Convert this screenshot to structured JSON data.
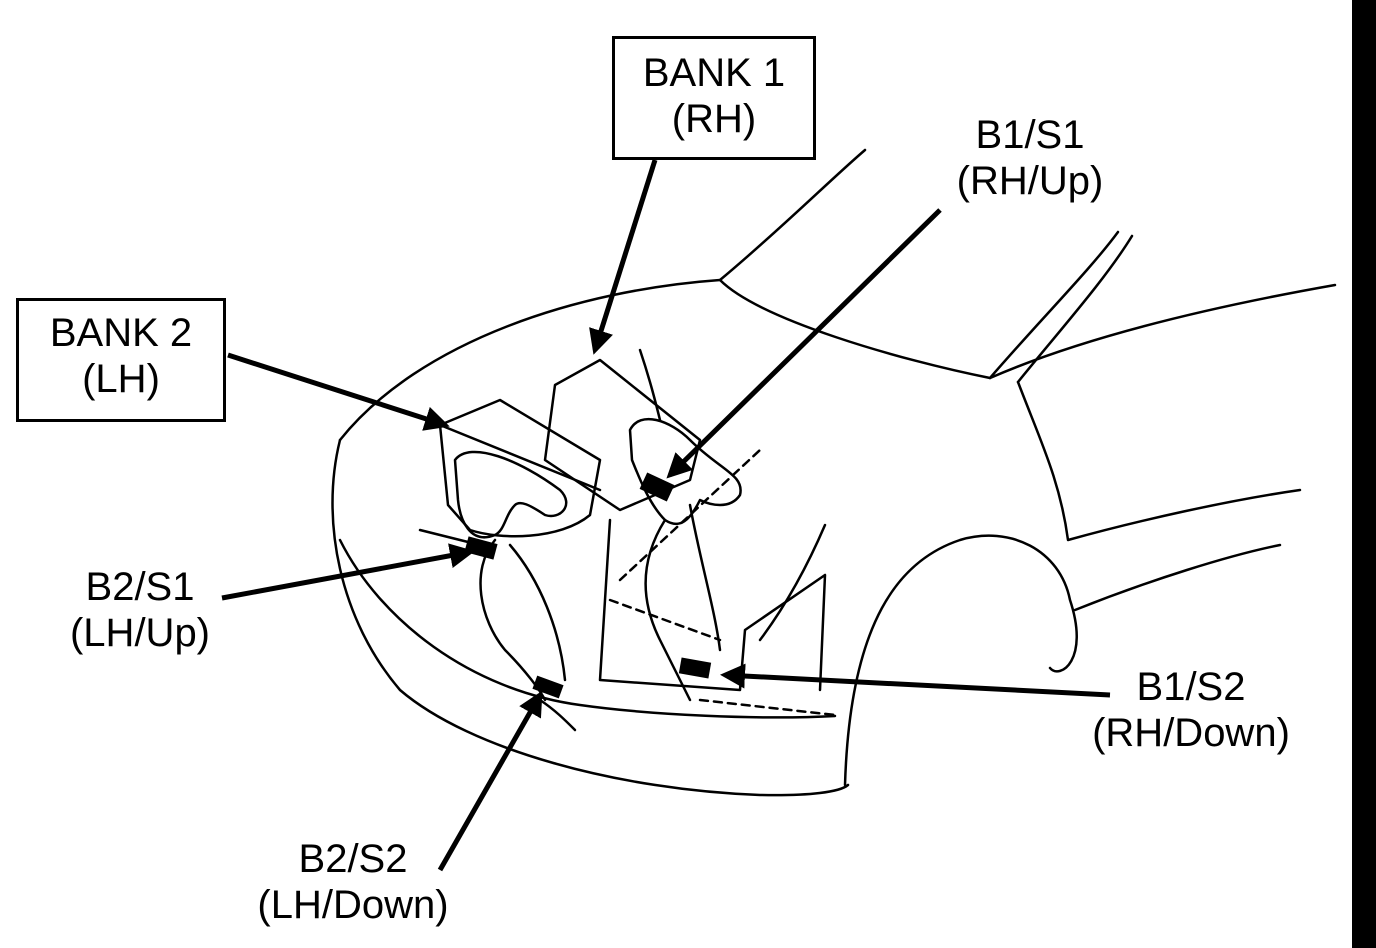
{
  "labels": {
    "bank1": {
      "line1": "BANK 1",
      "line2": "(RH)"
    },
    "bank2": {
      "line1": "BANK 2",
      "line2": "(LH)"
    },
    "b1s1": {
      "line1": "B1/S1",
      "line2": "(RH/Up)"
    },
    "b2s1": {
      "line1": "B2/S1",
      "line2": "(LH/Up)"
    },
    "b1s2": {
      "line1": "B1/S2",
      "line2": "(RH/Down)"
    },
    "b2s2": {
      "line1": "B2/S2",
      "line2": "(LH/Down)"
    }
  },
  "colors": {
    "ink": "#000000",
    "paper": "#ffffff"
  }
}
